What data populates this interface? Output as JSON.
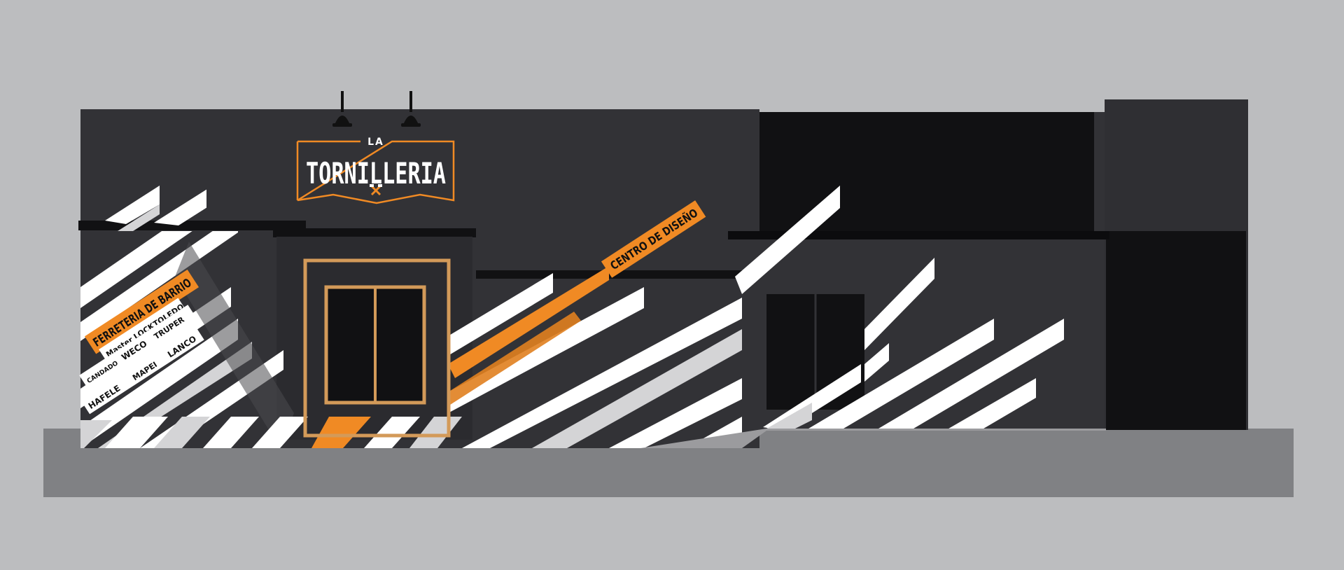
{
  "colors": {
    "background": "#bcbdbf",
    "sidewalk": "#808184",
    "wall": "#323236",
    "wall_dark": "#2b2b2f",
    "black_panel": "#111113",
    "ledge": "#0c0c0e",
    "stripe_white": "#ffffff",
    "stripe_grey": "#d4d4d6",
    "accent_orange": "#f08a24",
    "door_frame": "#d39a59",
    "lamp": "#111111"
  },
  "sign": {
    "small_text": "LA",
    "main_text": "TORNILLERIA",
    "emblem_icon": "crossed-hammers-icon"
  },
  "banners": {
    "left": "FERRETERIA DE BARRIO",
    "center": "CENTRO DE DISEÑO"
  },
  "brands": {
    "row1": [
      "Master LOCK",
      "TOLEDO"
    ],
    "row2": [
      "CANDADO",
      "WECO",
      "TRUPER"
    ],
    "row3": [
      "HAFELE",
      "MAPEI",
      "LANCO"
    ]
  }
}
